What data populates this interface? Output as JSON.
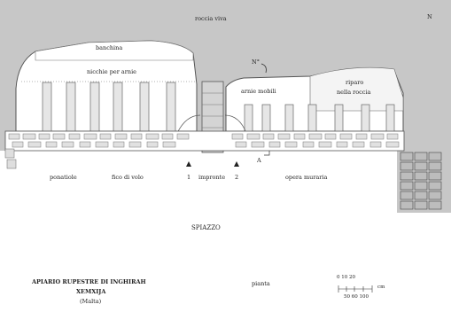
{
  "labels": {
    "rock": "roccia viva",
    "corner_mark": "N",
    "bench": "banchina",
    "niches": "nicchie per arnie",
    "north": "N°",
    "mobile_hives": "arnie mobili",
    "shelter": "riparo",
    "shelter_rock": "nella roccia",
    "a_marker": "A",
    "pontiole": "ponatiole",
    "vault": "fico di volo",
    "one": "1",
    "imprints": "impronte",
    "two": "2",
    "masonry": "opera muraria",
    "space": "SPIAZZO"
  },
  "title_block": {
    "line1": "APIARIO RUPESTRE DI INGHIRAH",
    "line2": "XEMXIJA",
    "line3": "(Malta)",
    "plan": "pianta"
  },
  "scale": {
    "ticks_top": "0   10   20",
    "ticks_bottom": "50   60   100",
    "unit": "cm"
  }
}
